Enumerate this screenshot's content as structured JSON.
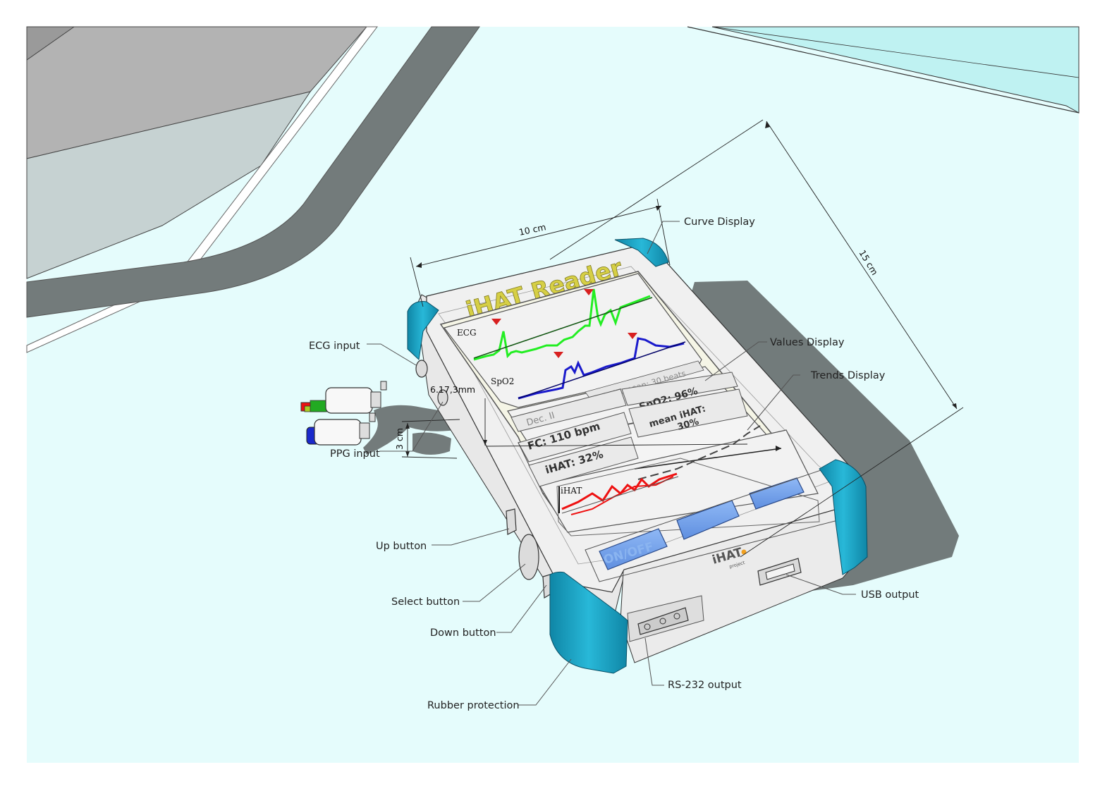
{
  "device": {
    "title": "iHAT Reader",
    "logo_text": "iHAT",
    "logo_sub": "project",
    "on_off_label": "ON/OFF"
  },
  "screen": {
    "ecg_label": "ECG",
    "spo2_label": "SpO2",
    "ihat_mean_text": "iHAT mean: 30 beats",
    "dec_text": "Dec. II",
    "spo2_value": "SpO2: 96%",
    "mean_ihat_line1": "mean iHAT:",
    "mean_ihat_line2": "30%",
    "fc_value": "FC: 110 bpm",
    "ihat_value": "iHAT: 32%",
    "trend_label": "iHAT"
  },
  "dimensions": {
    "width": "10 cm",
    "length": "15 cm",
    "height": "3 cm",
    "connector": "6.17,3mm"
  },
  "labels": {
    "curve_display": "Curve Display",
    "values_display": "Values Display",
    "trends_display": "Trends Display",
    "ecg_input": "ECG input",
    "ppg_input": "PPG input",
    "up_button": "Up button",
    "select_button": "Select button",
    "down_button": "Down button",
    "rubber_protection": "Rubber protection",
    "rs232_output": "RS-232 output",
    "usb_output": "USB output"
  },
  "colors": {
    "floor": "#e5fcfc",
    "rubber": "#1fa9cc",
    "ecg_trace": "#22ee22",
    "spo2_trace": "#1a1acc",
    "ihat_trace": "#ee1111",
    "button": "#6f9fea",
    "title_gold": "#c8c23a"
  }
}
